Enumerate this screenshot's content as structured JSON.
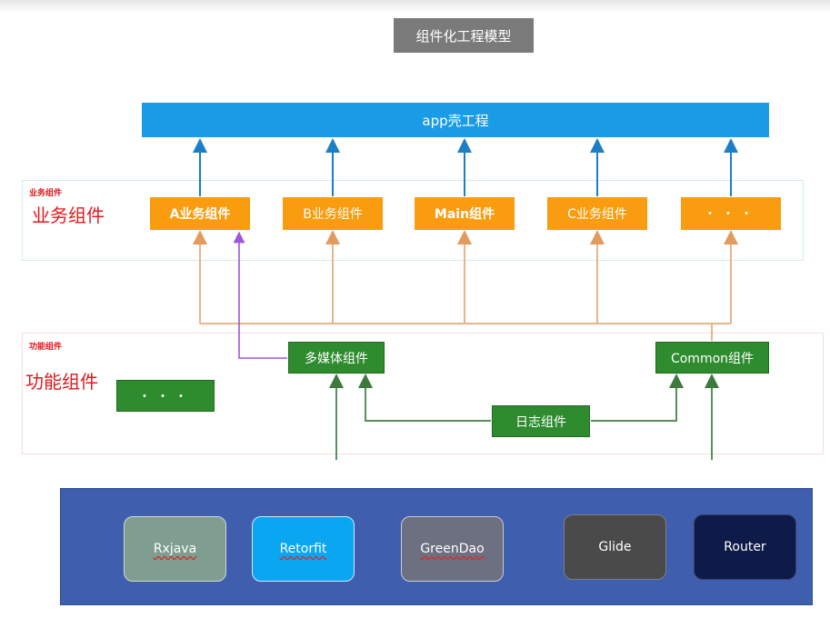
{
  "title": "组件化工程模型",
  "app_shell": "app壳工程",
  "business_layer": {
    "small_tag": "业务组件",
    "big_label": "业务组件",
    "components": [
      "A业务组件",
      "B业务组件",
      "Main组件",
      "C业务组件",
      "・・・"
    ]
  },
  "function_layer": {
    "small_tag": "功能组件",
    "big_label": "功能组件",
    "multimedia": "多媒体组件",
    "common": "Common组件",
    "more": "・・・",
    "log": "日志组件"
  },
  "libraries": [
    {
      "label": "Rxjava",
      "color": "#7f9e8f"
    },
    {
      "label": "Retorfit",
      "color": "#0ba6f2"
    },
    {
      "label": "GreenDao",
      "color": "#6c7080"
    },
    {
      "label": "Glide",
      "color": "#4a4a4a"
    },
    {
      "label": "Router",
      "color": "#0e1a47"
    }
  ],
  "colors": {
    "app_bar": "#1a9be6",
    "business": "#f99c10",
    "function": "#2e8b2e",
    "label_red": "#e0191c",
    "blue_arrow": "#1a7fc6",
    "orange_line": "#e8b48a",
    "purple_line": "#9b59d6",
    "green_line": "#5a8f5a",
    "library_panel": "#3f5fae"
  }
}
